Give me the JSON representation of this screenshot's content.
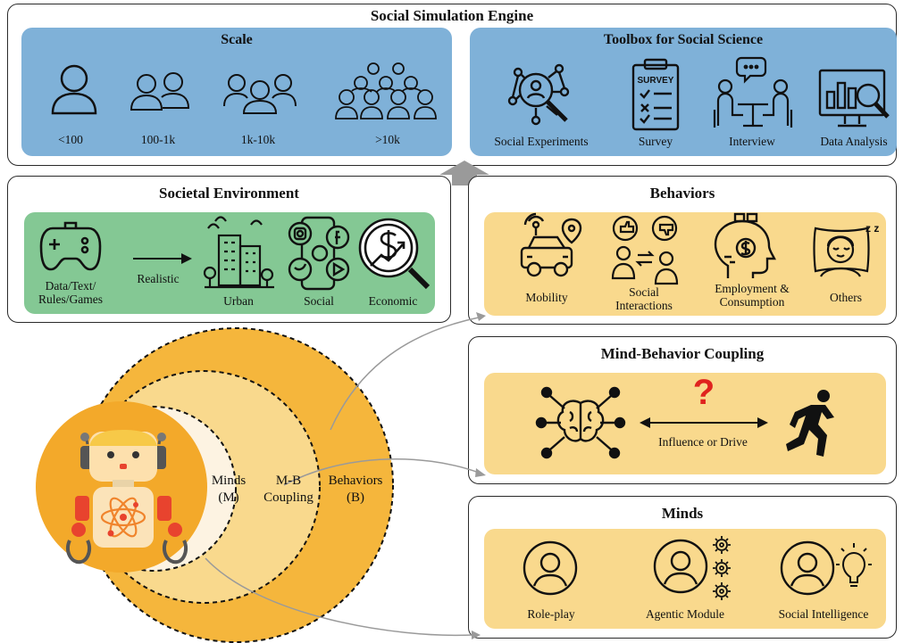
{
  "engine": {
    "title": "Social Simulation Engine",
    "scale": {
      "title": "Scale",
      "items": [
        "<100",
        "100-1k",
        "1k-10k",
        ">10k"
      ]
    },
    "toolbox": {
      "title": "Toolbox for Social Science",
      "items": [
        "Social Experiments",
        "Survey",
        "Interview",
        "Data Analysis"
      ],
      "survey_icon_text": "SURVEY"
    }
  },
  "environment": {
    "title": "Societal Environment",
    "source_label": "Data/Text/\nRules/Games",
    "arrow_label": "Realistic",
    "items": [
      "Urban",
      "Social",
      "Economic"
    ]
  },
  "behaviors": {
    "title": "Behaviors",
    "items": [
      "Mobility",
      "Social Interactions",
      "Employment & Consumption",
      "Others"
    ]
  },
  "coupling": {
    "title": "Mind-Behavior Coupling",
    "arrow_label": "Influence or Drive",
    "question": "?"
  },
  "minds": {
    "title": "Minds",
    "items": [
      "Role-play",
      "Agentic Module",
      "Social Intelligence"
    ]
  },
  "agent": {
    "minds_label": "Minds\n(M)",
    "coupling_label": "M-B\nCoupling",
    "behaviors_label": "Behaviors\n(B)",
    "sleep_text": "z z"
  },
  "colors": {
    "blue": "#7fb1d8",
    "green": "#84c894",
    "yellow": "#f9d98d",
    "orange": "#f5b63c",
    "robot_bg": "#f3a92a"
  }
}
